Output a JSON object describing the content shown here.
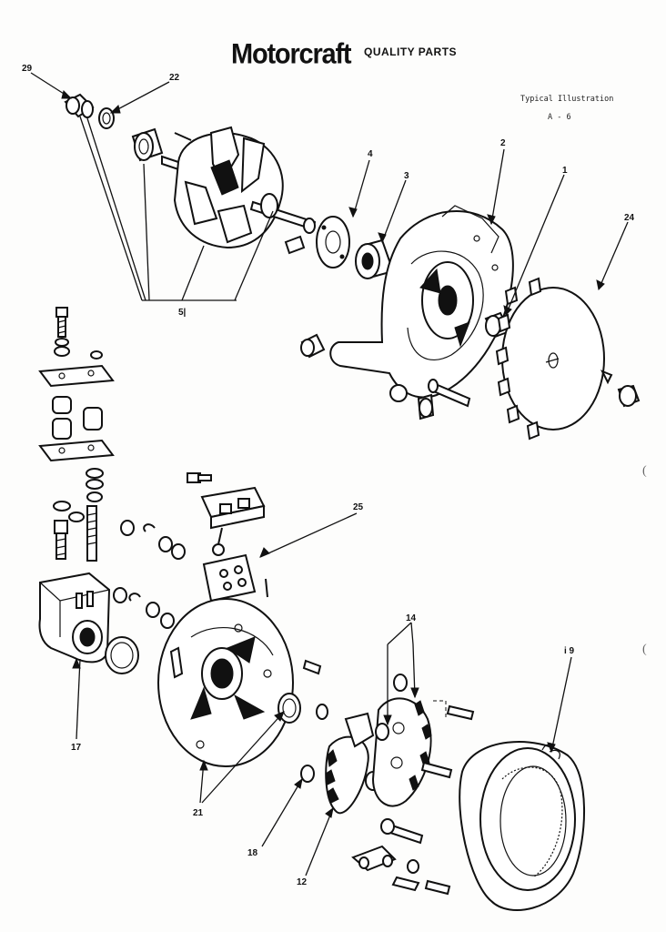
{
  "header": {
    "brand": "Motorcraft",
    "tagline": "QUALITY PARTS",
    "caption_line1": "Typical Illustration",
    "caption_line2": "A - 6"
  },
  "callouts": [
    {
      "id": "29",
      "label": "29"
    },
    {
      "id": "22",
      "label": "22"
    },
    {
      "id": "5",
      "label": "5|"
    },
    {
      "id": "4",
      "label": "4"
    },
    {
      "id": "3",
      "label": "3"
    },
    {
      "id": "2",
      "label": "2"
    },
    {
      "id": "1",
      "label": "1"
    },
    {
      "id": "24",
      "label": "24"
    },
    {
      "id": "25",
      "label": "25"
    },
    {
      "id": "17",
      "label": "17"
    },
    {
      "id": "14",
      "label": "14"
    },
    {
      "id": "19",
      "label": "i 9"
    },
    {
      "id": "21",
      "label": "21"
    },
    {
      "id": "18",
      "label": "18"
    },
    {
      "id": "12",
      "label": "12"
    }
  ],
  "margin_marks": [
    "(",
    "("
  ]
}
